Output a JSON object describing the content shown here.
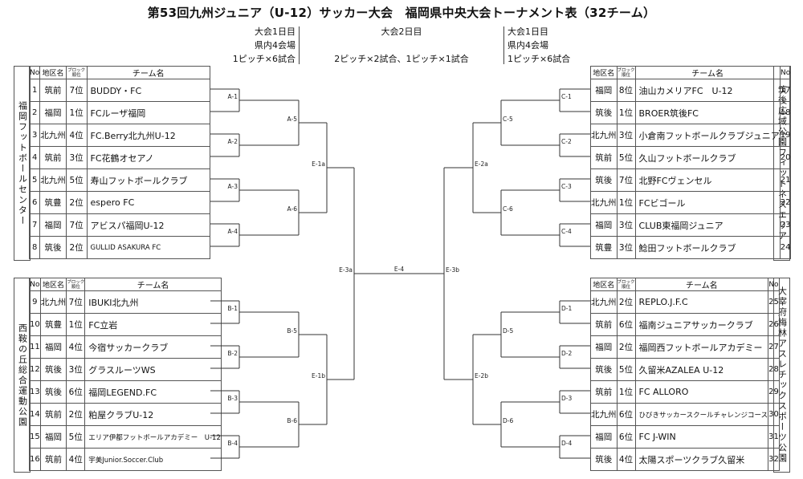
{
  "title": "第53回九州ジュニア（U-12）サッカー大会　福岡県中央大会トーナメント表（32チーム）",
  "header": {
    "left": [
      "大会1日目",
      "県内4会場",
      "1ピッチ×6試合"
    ],
    "center": [
      "大会2日目",
      "2ピッチ×2試合、1ピッチ×1試合"
    ],
    "right": [
      "大会1日目",
      "県内4会場",
      "1ピッチ×6試合"
    ]
  },
  "columns": {
    "no": "No",
    "region": "地区名",
    "block_top": "ブロック",
    "block_bottom": "順位",
    "team": "チーム名"
  },
  "venues": {
    "top_left": "福岡フットボールセンター",
    "bottom_left": "西鞍の丘総合運動公園",
    "top_right": "筑後広域公園フィットネスエリア",
    "bottom_right": "大宰府梅林アスレチックスポーツ公園"
  },
  "groups": {
    "top_left": [
      {
        "no": "1",
        "region": "筑前",
        "rank": "7位",
        "team": "BUDDY・FC"
      },
      {
        "no": "2",
        "region": "福岡",
        "rank": "1位",
        "team": "FCルーザ福岡"
      },
      {
        "no": "3",
        "region": "北九州",
        "rank": "4位",
        "team": "FC.Berry北九州U-12"
      },
      {
        "no": "4",
        "region": "筑前",
        "rank": "3位",
        "team": "FC花鶴オセアノ"
      },
      {
        "no": "5",
        "region": "北九州",
        "rank": "5位",
        "team": "寿山フットボールクラブ"
      },
      {
        "no": "6",
        "region": "筑豊",
        "rank": "2位",
        "team": "espero FC"
      },
      {
        "no": "7",
        "region": "福岡",
        "rank": "7位",
        "team": "アビスパ福岡U-12"
      },
      {
        "no": "8",
        "region": "筑後",
        "rank": "2位",
        "team": "GULLID ASAKURA FC"
      }
    ],
    "bottom_left": [
      {
        "no": "9",
        "region": "北九州",
        "rank": "7位",
        "team": "IBUKI北九州"
      },
      {
        "no": "10",
        "region": "筑豊",
        "rank": "1位",
        "team": "FC立岩"
      },
      {
        "no": "11",
        "region": "福岡",
        "rank": "4位",
        "team": "今宿サッカークラブ"
      },
      {
        "no": "12",
        "region": "筑後",
        "rank": "3位",
        "team": "グラスルーツWS"
      },
      {
        "no": "13",
        "region": "筑後",
        "rank": "6位",
        "team": "福岡LEGEND.FC"
      },
      {
        "no": "14",
        "region": "筑前",
        "rank": "2位",
        "team": "粕屋クラブU-12"
      },
      {
        "no": "15",
        "region": "福岡",
        "rank": "5位",
        "team": "エリア伊都フットボールアカデミー　U-12"
      },
      {
        "no": "16",
        "region": "筑前",
        "rank": "4位",
        "team": "宇美Junior.Soccer.Club"
      }
    ],
    "top_right": [
      {
        "no": "17",
        "region": "福岡",
        "rank": "8位",
        "team": "油山カメリアFC　U-12"
      },
      {
        "no": "18",
        "region": "筑後",
        "rank": "1位",
        "team": "BROER筑後FC"
      },
      {
        "no": "19",
        "region": "北九州",
        "rank": "3位",
        "team": "小倉南フットボールクラブジュニア"
      },
      {
        "no": "20",
        "region": "筑前",
        "rank": "5位",
        "team": "久山フットボールクラブ"
      },
      {
        "no": "21",
        "region": "筑後",
        "rank": "7位",
        "team": "北野FCヴェンセル"
      },
      {
        "no": "22",
        "region": "北九州",
        "rank": "1位",
        "team": "FCビゴール"
      },
      {
        "no": "23",
        "region": "福岡",
        "rank": "3位",
        "team": "CLUB東福岡ジュニア"
      },
      {
        "no": "24",
        "region": "筑豊",
        "rank": "3位",
        "team": "鯰田フットボールクラブ"
      }
    ],
    "bottom_right": [
      {
        "no": "25",
        "region": "北九州",
        "rank": "2位",
        "team": "REPLO.J.F.C"
      },
      {
        "no": "26",
        "region": "筑前",
        "rank": "6位",
        "team": "福南ジュニアサッカークラブ"
      },
      {
        "no": "27",
        "region": "福岡",
        "rank": "2位",
        "team": "福岡西フットボールアカデミー"
      },
      {
        "no": "28",
        "region": "筑後",
        "rank": "5位",
        "team": "久留米AZALEA U-12"
      },
      {
        "no": "29",
        "region": "筑前",
        "rank": "1位",
        "team": "FC ALLORO"
      },
      {
        "no": "30",
        "region": "北九州",
        "rank": "6位",
        "team": "ひびきサッカースクールチャレンジコース"
      },
      {
        "no": "31",
        "region": "福岡",
        "rank": "6位",
        "team": "FC J-WIN"
      },
      {
        "no": "32",
        "region": "筑後",
        "rank": "4位",
        "team": "太陽スポーツクラブ久留米"
      }
    ]
  },
  "matches": {
    "r1_left": [
      "A-1",
      "A-2",
      "A-3",
      "A-4",
      "B-1",
      "B-2",
      "B-3",
      "B-4"
    ],
    "r2_left": [
      "A-5",
      "A-6",
      "B-5",
      "B-6"
    ],
    "r3_left": [
      "E-1a",
      "E-1b"
    ],
    "r4_left": "E-3a",
    "final": "E-4",
    "r4_right": "E-3b",
    "r3_right": [
      "E-2a",
      "E-2b"
    ],
    "r2_right": [
      "C-5",
      "C-6",
      "D-5",
      "D-6"
    ],
    "r1_right": [
      "C-1",
      "C-2",
      "C-3",
      "C-4",
      "D-1",
      "D-2",
      "D-3",
      "D-4"
    ]
  }
}
